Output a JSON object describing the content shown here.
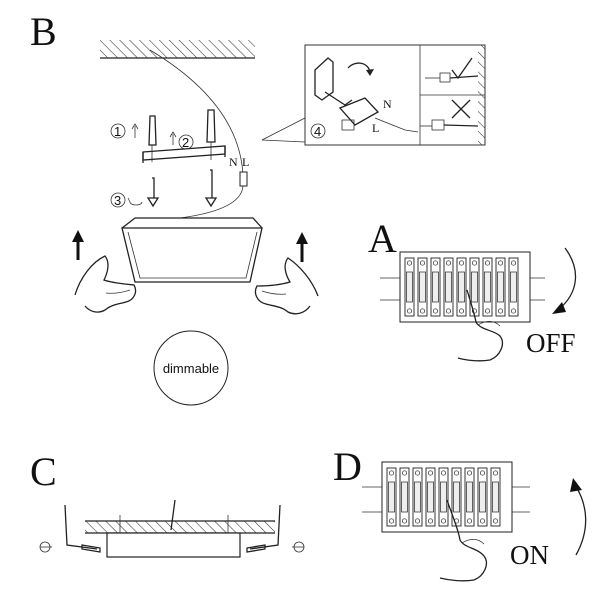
{
  "panels": {
    "b": {
      "letter": "B",
      "steps": [
        "1",
        "2",
        "3",
        "4"
      ],
      "wires": [
        "N",
        "L"
      ]
    },
    "a": {
      "letter": "A",
      "state": "OFF"
    },
    "c": {
      "letter": "C"
    },
    "d": {
      "letter": "D",
      "state": "ON"
    }
  },
  "badge": {
    "text": "dimmable"
  },
  "colors": {
    "ink": "#111111",
    "background": "#ffffff"
  }
}
